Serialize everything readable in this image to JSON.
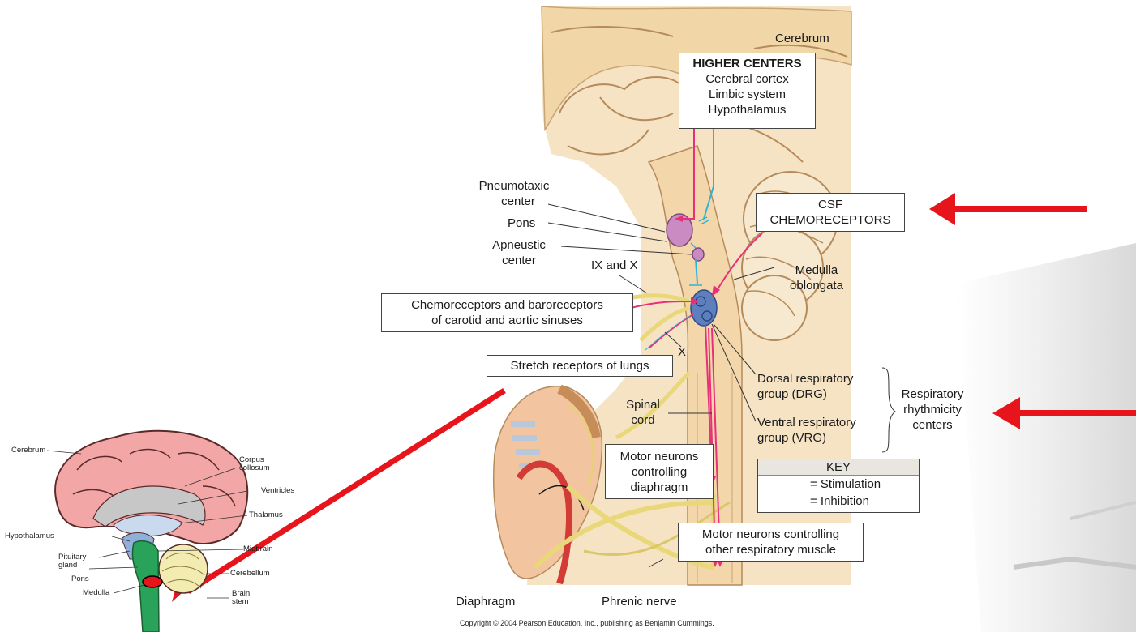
{
  "main_diagram": {
    "cerebrum": "Cerebrum",
    "higher_centers": {
      "title": "HIGHER CENTERS",
      "items": [
        "Cerebral cortex",
        "Limbic system",
        "Hypothalamus"
      ]
    },
    "pneumotaxic": [
      "Pneumotaxic",
      "center"
    ],
    "pons": "Pons",
    "apneustic": [
      "Apneustic",
      "center"
    ],
    "ix_and_x": "IX and X",
    "chemoreceptors_box": [
      "Chemoreceptors and baroreceptors",
      "of carotid and aortic sinuses"
    ],
    "x_label": "X",
    "stretch_box": "Stretch receptors of lungs",
    "csf_box": [
      "CSF",
      "CHEMORECEPTORS"
    ],
    "medulla": [
      "Medulla",
      "oblongata"
    ],
    "drg": [
      "Dorsal respiratory",
      "group (DRG)"
    ],
    "vrg": [
      "Ventral respiratory",
      "group (VRG)"
    ],
    "rhythmicity": [
      "Respiratory",
      "rhythmicity",
      "centers"
    ],
    "spinal_cord": [
      "Spinal",
      "cord"
    ],
    "motor_diaphragm_box": [
      "Motor neurons",
      "controlling",
      "diaphragm"
    ],
    "motor_other_box": [
      "Motor neurons controlling",
      "other respiratory muscle"
    ],
    "diaphragm": "Diaphragm",
    "phrenic": "Phrenic nerve",
    "copyright": "Copyright © 2004 Pearson Education, Inc., publishing as Benjamin Cummings."
  },
  "key": {
    "title": "KEY",
    "stimulation": "= Stimulation",
    "inhibition": "= Inhibition",
    "stimulation_color": "#e8307a",
    "inhibition_color": "#2fb3d6"
  },
  "small_brain": {
    "labels": {
      "cerebrum": "Cerebrum",
      "corpus": [
        "Corpus",
        "collosum"
      ],
      "ventricles": "Ventricles",
      "thalamus": "Thalamus",
      "hypothalamus": "Hypothalamus",
      "midbrain": "Midbrain",
      "pituitary": [
        "Pituitary",
        "gland"
      ],
      "pons": "Pons",
      "cerebellum": "Cerebellum",
      "medulla": "Medulla",
      "brain_stem": [
        "Brain",
        "stem"
      ]
    }
  },
  "colors": {
    "arrow_red": "#e8141c",
    "brain_tan": "#f3dcb6",
    "brain_pink": "#f2a6a6",
    "stem_green": "#2aa35a",
    "nerve_yellow": "#e9d87a",
    "drg_blue": "#5d7fbd",
    "pons_purple": "#c98bc2"
  }
}
